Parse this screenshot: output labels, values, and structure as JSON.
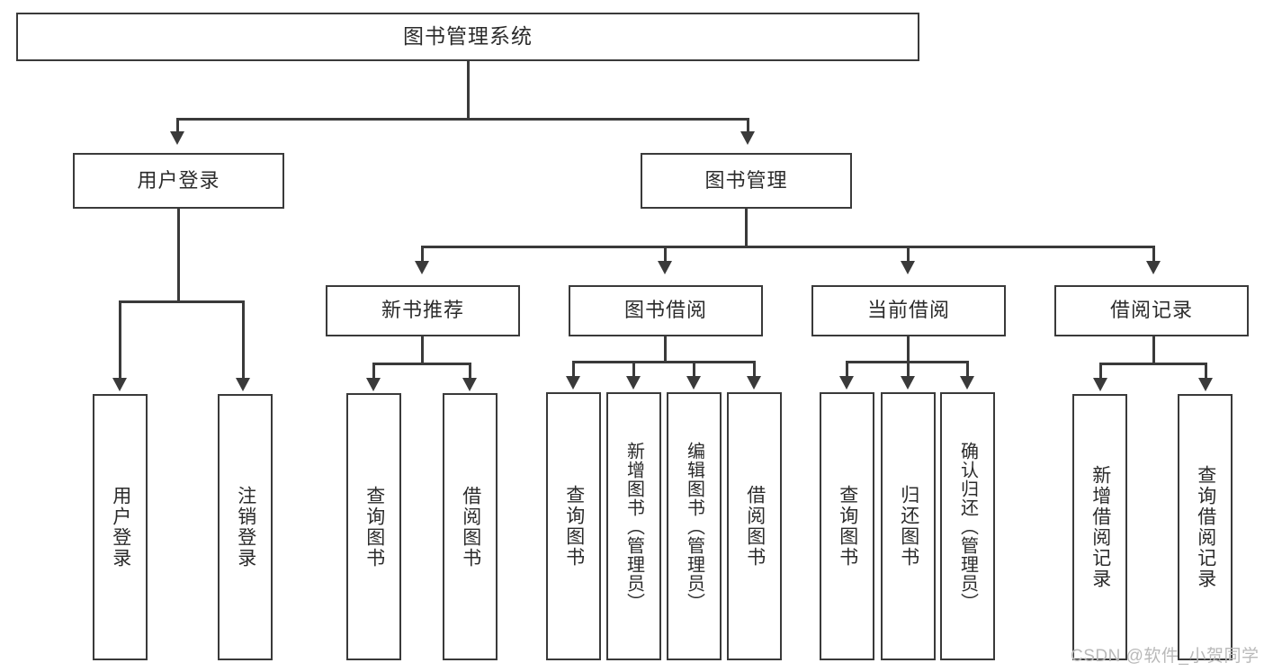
{
  "diagram": {
    "title": "图书管理系统",
    "type": "tree",
    "watermark": "CSDN @软件_小贺同学",
    "colors": {
      "box_border": "#3a3a3a",
      "box_fill": "#ffffff",
      "connector": "#3a3a3a",
      "text": "#2b2b2b",
      "watermark": "#b9b9b9",
      "background": "#ffffff"
    },
    "root": {
      "id": "root",
      "label": "图书管理系统"
    },
    "level2": [
      {
        "id": "user-login",
        "label": "用户登录"
      },
      {
        "id": "book-manage",
        "label": "图书管理"
      }
    ],
    "level3": [
      {
        "id": "new-book-recommend",
        "label": "新书推荐"
      },
      {
        "id": "book-borrow",
        "label": "图书借阅"
      },
      {
        "id": "current-borrow",
        "label": "当前借阅"
      },
      {
        "id": "borrow-record",
        "label": "借阅记录"
      }
    ],
    "leaves": {
      "user-login": [
        {
          "id": "leaf-user-login",
          "label": "用户登录"
        },
        {
          "id": "leaf-logout-login",
          "label": "注销登录"
        }
      ],
      "new-book-recommend": [
        {
          "id": "leaf-query-book-1",
          "label": "查询图书"
        },
        {
          "id": "leaf-borrow-book-1",
          "label": "借阅图书"
        }
      ],
      "book-borrow": [
        {
          "id": "leaf-query-book-2",
          "label": "查询图书"
        },
        {
          "id": "leaf-add-book",
          "label": "新增图书（管理员）"
        },
        {
          "id": "leaf-edit-book",
          "label": "编辑图书（管理员）"
        },
        {
          "id": "leaf-borrow-book-2",
          "label": "借阅图书"
        }
      ],
      "current-borrow": [
        {
          "id": "leaf-query-book-3",
          "label": "查询图书"
        },
        {
          "id": "leaf-return-book",
          "label": "归还图书"
        },
        {
          "id": "leaf-confirm-return",
          "label": "确认归还（管理员）"
        }
      ],
      "borrow-record": [
        {
          "id": "leaf-add-record",
          "label": "新增借阅记录"
        },
        {
          "id": "leaf-query-record",
          "label": "查询借阅记录"
        }
      ]
    }
  }
}
